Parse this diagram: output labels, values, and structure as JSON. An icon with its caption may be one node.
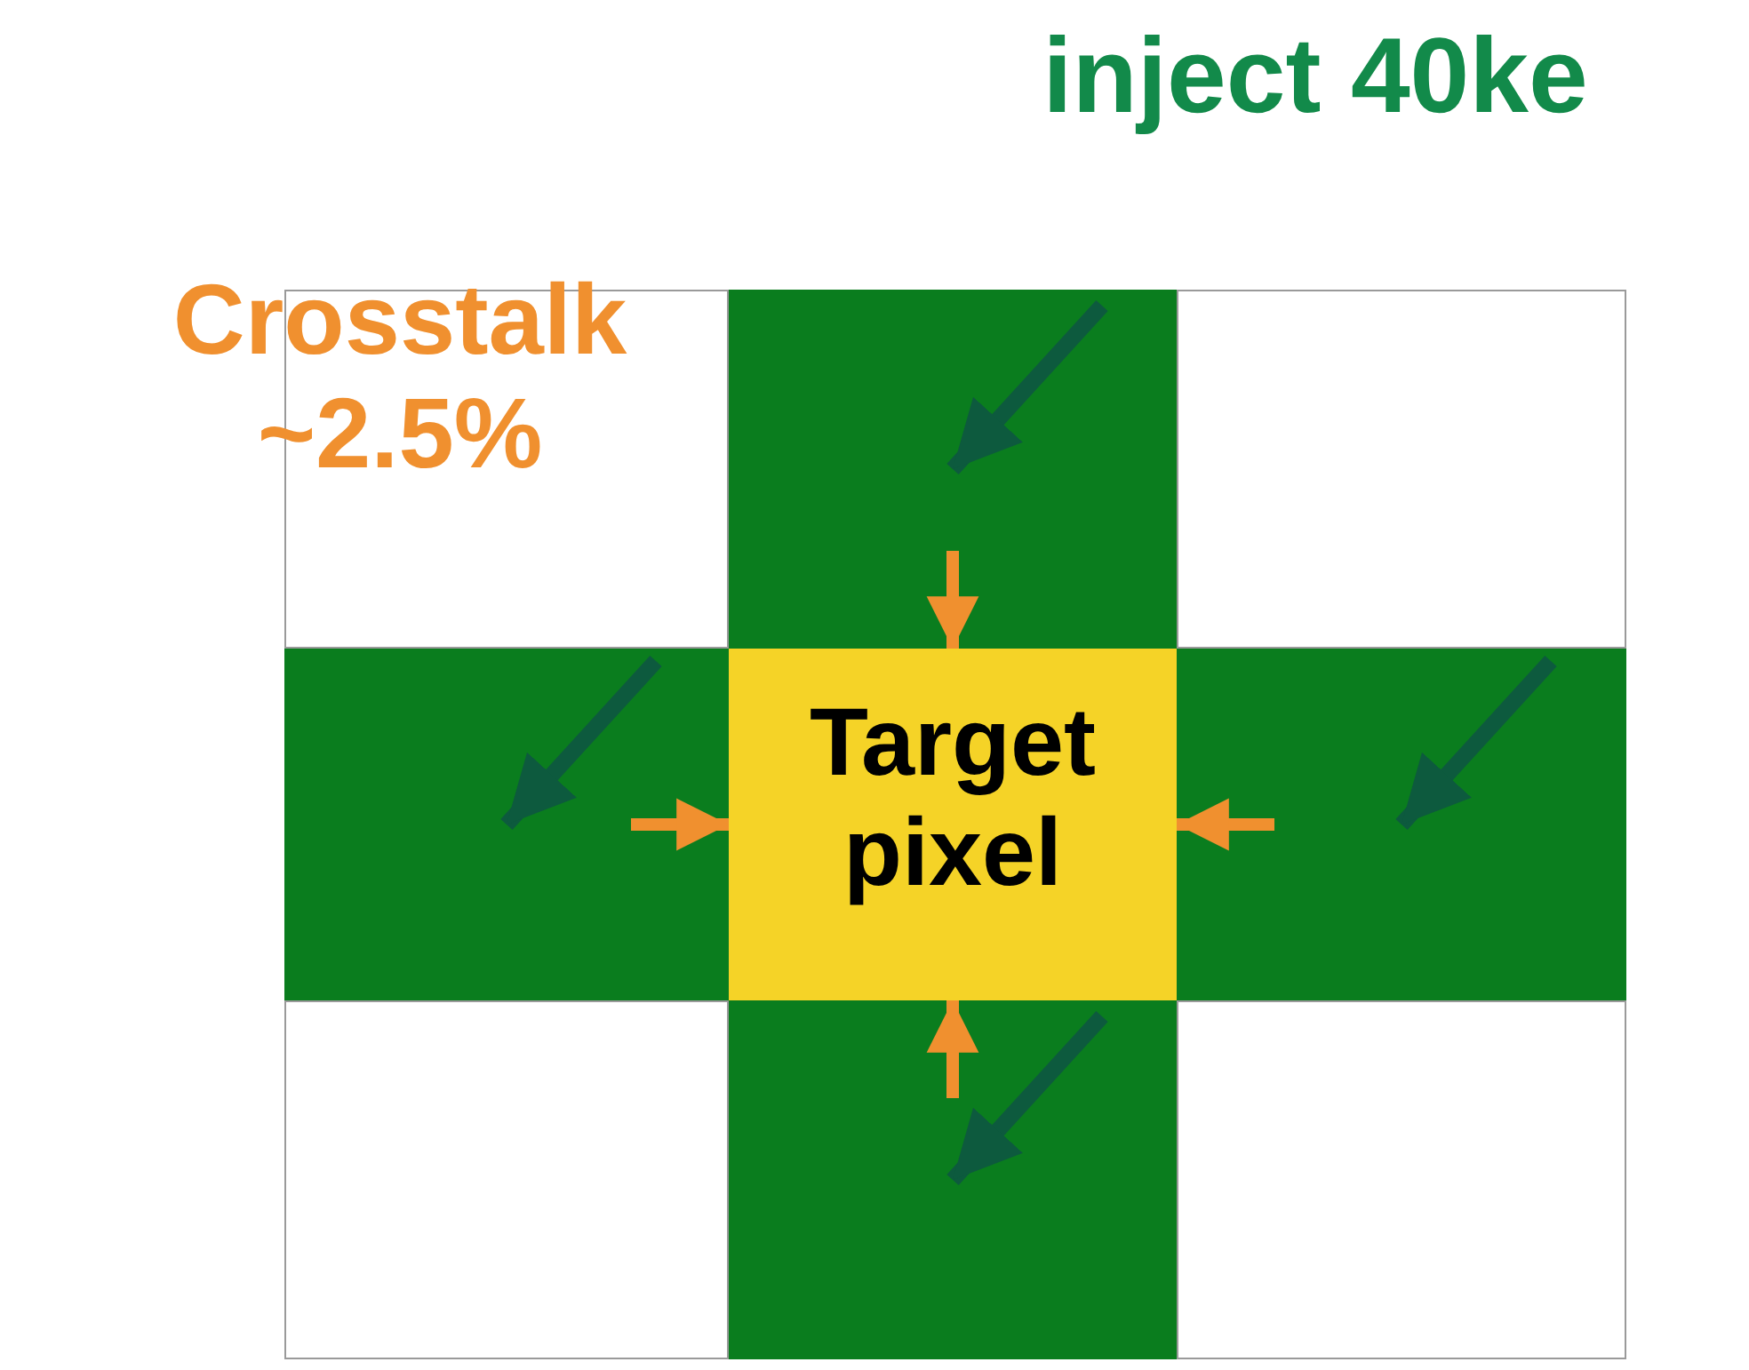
{
  "diagram": {
    "nodes": [
      {
        "text": [],
        "shape": "box"
      },
      {
        "text": [],
        "shape": "box"
      },
      {
        "text": [],
        "shape": "box"
      },
      {
        "text": [],
        "shape": "box"
      },
      {
        "text": [
          "Target pixel"
        ]
      },
      {
        "text": [],
        "shape": "box"
      },
      {
        "text": [],
        "shape": "box"
      },
      {
        "text": [],
        "shape": "box"
      },
      {
        "text": [],
        "shape": "box"
      }
    ],
    "edges": [
      {
        "from": null,
        "to": 1,
        "arrow": "to",
        "color": "#0d5a3e"
      },
      {
        "from": null,
        "to": 3,
        "arrow": "to",
        "color": "#0d5a3e"
      },
      {
        "from": null,
        "to": 5,
        "arrow": "to",
        "color": "#0d5a3e"
      },
      {
        "from": null,
        "to": 7,
        "arrow": "to",
        "color": "#0d5a3e"
      },
      {
        "from": 1,
        "to": 4,
        "arrow": "to",
        "color": "#f0902f"
      },
      {
        "from": 3,
        "to": 4,
        "arrow": "to",
        "color": "#f0902f"
      },
      {
        "from": 5,
        "to": 4,
        "arrow": "to",
        "color": "#f0902f"
      },
      {
        "from": 7,
        "to": 4,
        "arrow": "to",
        "color": "#f0902f"
      }
    ],
    "labels": [
      "inject 40ke",
      "Crosstalk ~2.5%"
    ]
  }
}
